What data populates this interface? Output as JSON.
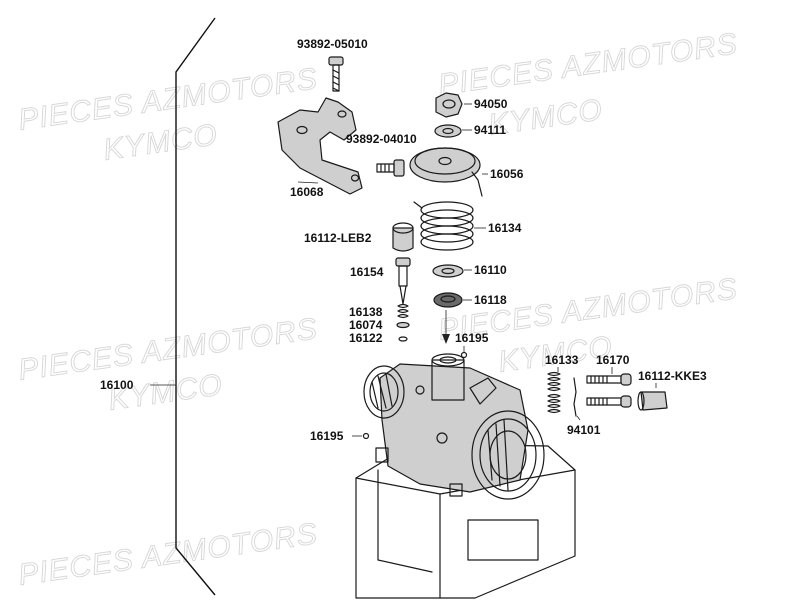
{
  "watermarks": [
    {
      "text": "PIECES AZMOTORS"
    },
    {
      "text": "KYMCO"
    },
    {
      "text": "PIECES AZMOTORS"
    },
    {
      "text": "KYMCO"
    },
    {
      "text": "PIECES AZMOTORS"
    },
    {
      "text": "KYMCO"
    },
    {
      "text": "PIECES AZMOTORS"
    },
    {
      "text": "KYMCO"
    },
    {
      "text": "PIECES AZMOTORS"
    }
  ],
  "parts": {
    "assembly": "16100",
    "screw_top": "93892-05010",
    "bracket": "16068",
    "screw_small": "93892-04010",
    "nut": "94050",
    "washer": "94111",
    "pulley": "16056",
    "spring": "16134",
    "cap": "16112-LEB2",
    "needle": "16154",
    "washer_flat": "16110",
    "seal": "16118",
    "clip_spring": "16138",
    "e_clip": "16074",
    "ring": "16122",
    "oring_top": "16195",
    "oring_side": "16195",
    "spring_pair": "16133",
    "screw_pair": "16170",
    "cap_kke3": "16112-KKE3",
    "screw_lower": "94101"
  }
}
